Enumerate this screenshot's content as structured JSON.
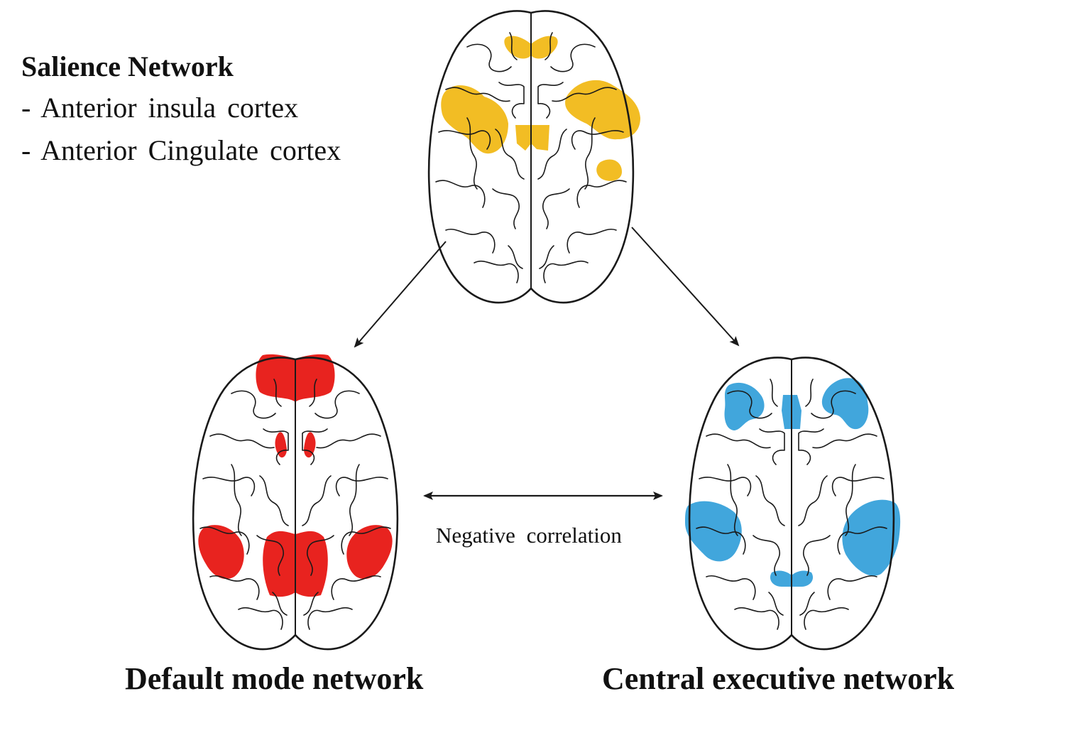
{
  "salience": {
    "title": "Salience Network",
    "items": [
      "- Anterior insula cortex",
      "- Anterior Cingulate cortex"
    ]
  },
  "labels": {
    "default_mode": "Default mode network",
    "central_executive": "Central executive network",
    "negative_correlation": "Negative correlation"
  },
  "colors": {
    "salience": "#f2bd24",
    "default_mode": "#e8231f",
    "central_executive": "#41a6dc",
    "outline": "#1a1a1a"
  }
}
